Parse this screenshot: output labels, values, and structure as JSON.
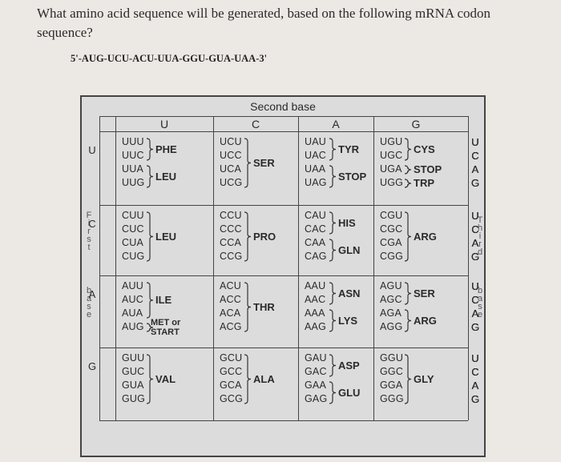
{
  "question": "What amino acid sequence will be generated, based on the following mRNA codon sequence?",
  "sequence": "5'-AUG-UCU-ACU-UUA-GGU-GUA-UAA-3'",
  "table": {
    "second_base_title": "Second base",
    "second_bases": [
      "U",
      "C",
      "A",
      "G"
    ],
    "first_base_title": "First base",
    "third_base_title": "Third base",
    "first_bases": [
      "U",
      "C",
      "A",
      "G"
    ],
    "third_bases": [
      "U",
      "C",
      "A",
      "G",
      "U",
      "C",
      "A",
      "G",
      "U",
      "C",
      "A",
      "G",
      "U",
      "C",
      "A",
      "G"
    ],
    "rows": [
      {
        "cols": [
          {
            "codons": [
              "UUU",
              "UUC",
              "UUA",
              "UUG"
            ],
            "aa": [
              "PHE",
              "LEU"
            ]
          },
          {
            "codons": [
              "UCU",
              "UCC",
              "UCA",
              "UCG"
            ],
            "aa": [
              "SER"
            ]
          },
          {
            "codons": [
              "UAU",
              "UAC",
              "UAA",
              "UAG"
            ],
            "aa": [
              "TYR",
              "STOP"
            ]
          },
          {
            "codons": [
              "UGU",
              "UGC",
              "UGA",
              "UGG"
            ],
            "aa": [
              "CYS",
              "STOP",
              "TRP"
            ]
          }
        ]
      },
      {
        "cols": [
          {
            "codons": [
              "CUU",
              "CUC",
              "CUA",
              "CUG"
            ],
            "aa": [
              "LEU"
            ]
          },
          {
            "codons": [
              "CCU",
              "CCC",
              "CCA",
              "CCG"
            ],
            "aa": [
              "PRO"
            ]
          },
          {
            "codons": [
              "CAU",
              "CAC",
              "CAA",
              "CAG"
            ],
            "aa": [
              "HIS",
              "GLN"
            ]
          },
          {
            "codons": [
              "CGU",
              "CGC",
              "CGA",
              "CGG"
            ],
            "aa": [
              "ARG"
            ]
          }
        ]
      },
      {
        "cols": [
          {
            "codons": [
              "AUU",
              "AUC",
              "AUA",
              "AUG"
            ],
            "aa": [
              "ILE",
              "MET or",
              "START"
            ]
          },
          {
            "codons": [
              "ACU",
              "ACC",
              "ACA",
              "ACG"
            ],
            "aa": [
              "THR"
            ]
          },
          {
            "codons": [
              "AAU",
              "AAC",
              "AAA",
              "AAG"
            ],
            "aa": [
              "ASN",
              "LYS"
            ]
          },
          {
            "codons": [
              "AGU",
              "AGC",
              "AGA",
              "AGG"
            ],
            "aa": [
              "SER",
              "ARG"
            ]
          }
        ]
      },
      {
        "cols": [
          {
            "codons": [
              "GUU",
              "GUC",
              "GUA",
              "GUG"
            ],
            "aa": [
              "VAL"
            ]
          },
          {
            "codons": [
              "GCU",
              "GCC",
              "GCA",
              "GCG"
            ],
            "aa": [
              "ALA"
            ]
          },
          {
            "codons": [
              "GAU",
              "GAC",
              "GAA",
              "GAG"
            ],
            "aa": [
              "ASP",
              "GLU"
            ]
          },
          {
            "codons": [
              "GGU",
              "GGC",
              "GGA",
              "GGG"
            ],
            "aa": [
              "GLY"
            ]
          }
        ]
      }
    ]
  }
}
